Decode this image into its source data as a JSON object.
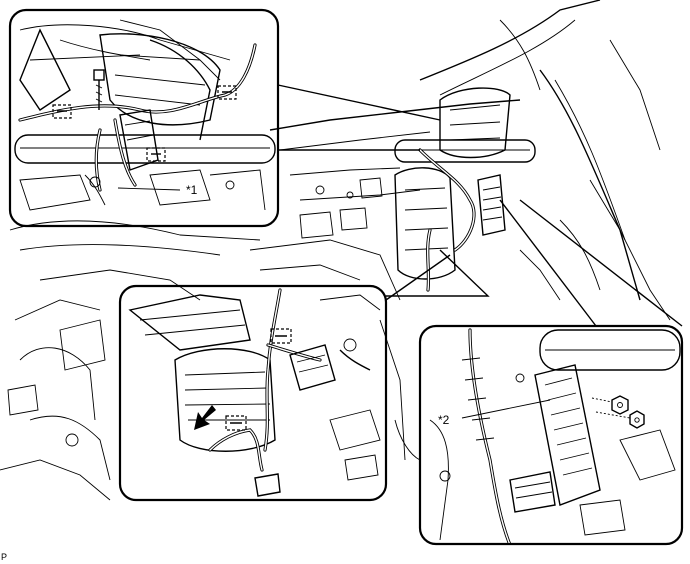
{
  "callouts": {
    "label_1": "*1",
    "label_2": "*2"
  },
  "reference_code": "P",
  "icons": [
    "clip-marker-icon",
    "bolt-icon",
    "arrow-icon",
    "nut-icon"
  ]
}
